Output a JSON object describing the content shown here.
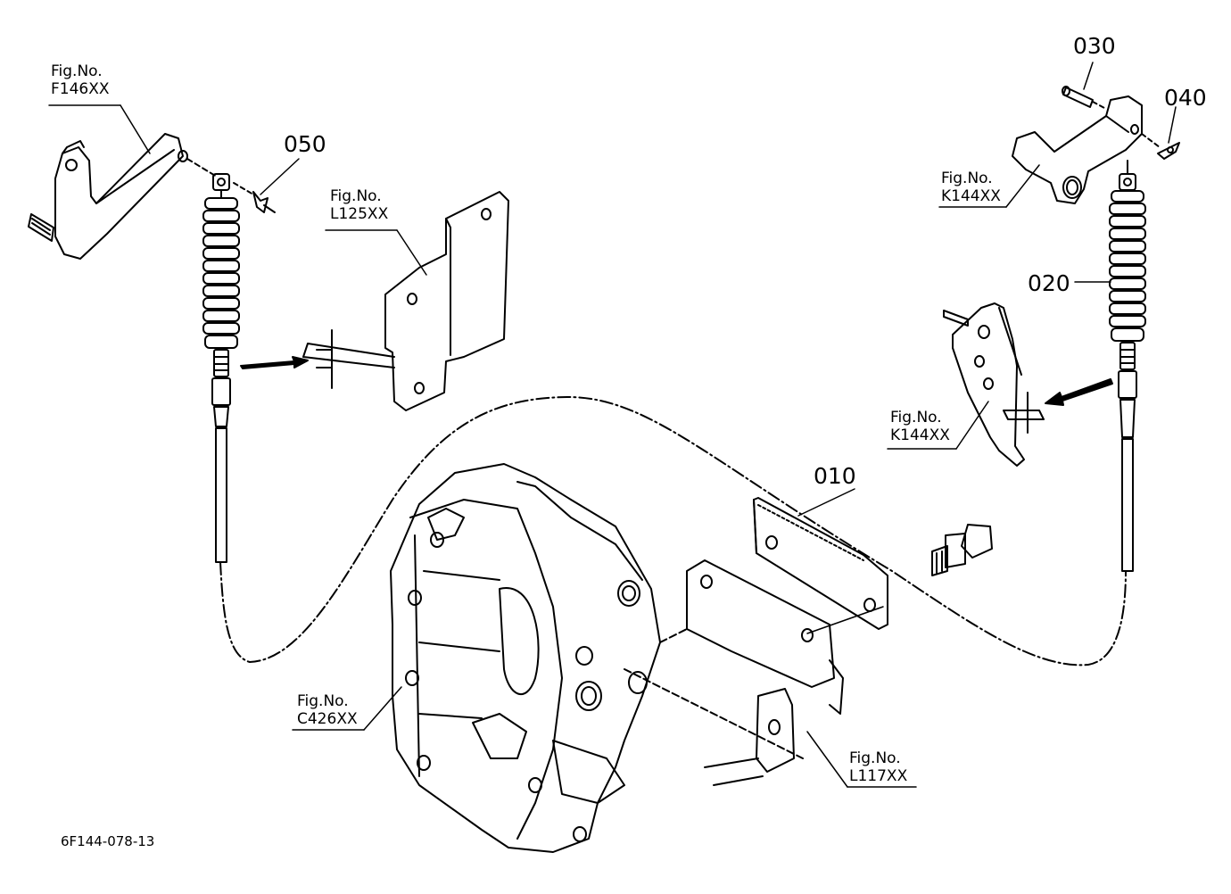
{
  "diagram_code": "6F144-078-13",
  "part_numbers": {
    "p010": "010",
    "p020": "020",
    "p030": "030",
    "p040": "040",
    "p050": "050"
  },
  "references": {
    "fig_prefix": "Fig.No.",
    "f146": "F146XX",
    "l125": "L125XX",
    "k144_top": "K144XX",
    "k144_mid": "K144XX",
    "c426": "C426XX",
    "l117": "L117XX"
  }
}
